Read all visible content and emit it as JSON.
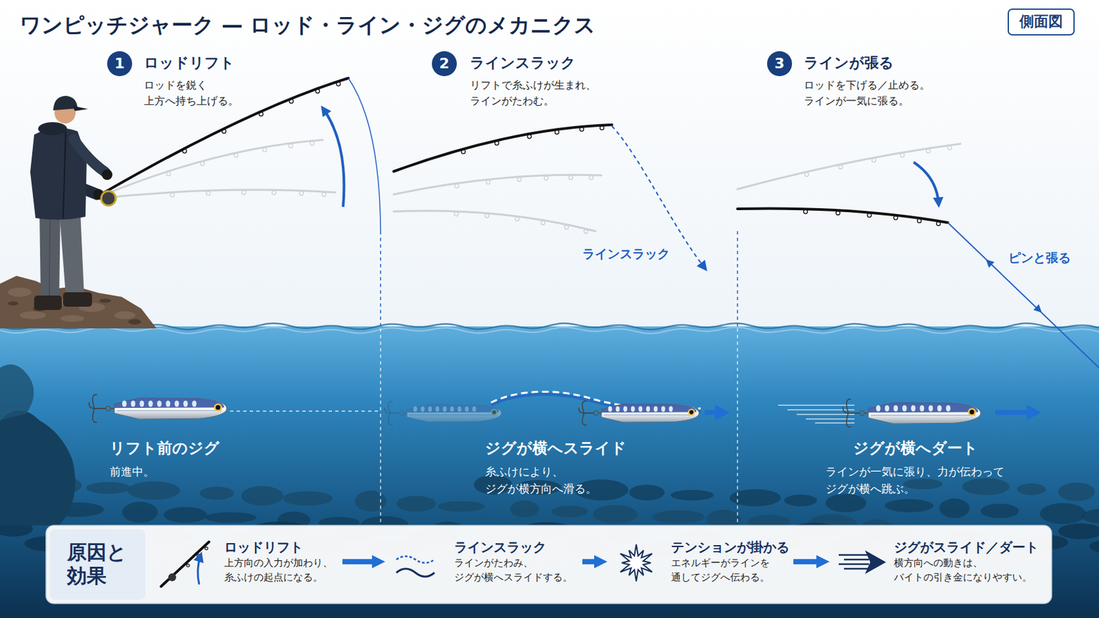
{
  "diagram": {
    "title": "ワンピッチジャーク — ロッド・ライン・ジグのメカニクス",
    "nodes": [
      {
        "text": [
          "側面図"
        ]
      },
      {
        "text": [
          "1"
        ]
      },
      {
        "text": [
          "2"
        ]
      },
      {
        "text": [
          "3"
        ]
      },
      {
        "text": [
          "原因と効果"
        ]
      },
      {
        "text": [
          "ロッドリフト",
          "上方向の入力が加わり、 糸ふけの起点になる。"
        ],
        "in": 4
      },
      {
        "text": [
          "ラインスラック",
          "ラインがたわみ、 ジグが横へスライドする。"
        ],
        "in": 4
      },
      {
        "text": [
          "テンションが掛かる",
          "エネルギーがラインを 通してジグへ伝わる。"
        ],
        "in": 4
      },
      {
        "text": [
          "ジグがスライド／ダート",
          "横方向への動きは、 バイトの引き金になりやすい。"
        ],
        "in": 4
      }
    ],
    "edges": [
      {
        "from": 5,
        "to": 6,
        "arrow": "to"
      },
      {
        "from": 6,
        "to": 7,
        "arrow": "to"
      },
      {
        "from": 7,
        "to": 8,
        "arrow": "to"
      }
    ],
    "labels": [
      "ロッドリフト",
      "ロッドを鋭く 上方へ持ち上げる。",
      "ラインスラック",
      "リフトで糸ふけが生まれ、 ラインがたわむ。",
      "ラインが張る",
      "ロッドを下げる／止める。 ラインが一気に張る。",
      "ラインスラック",
      "ピンと張る",
      "リフト前のジグ",
      "前進中。",
      "ジグが横へスライド",
      "糸ふけにより、 ジグが横方向へ滑る。",
      "ジグが横へダート",
      "ラインが一気に張り、力が伝わって ジグが横へ跳ぶ。"
    ]
  }
}
